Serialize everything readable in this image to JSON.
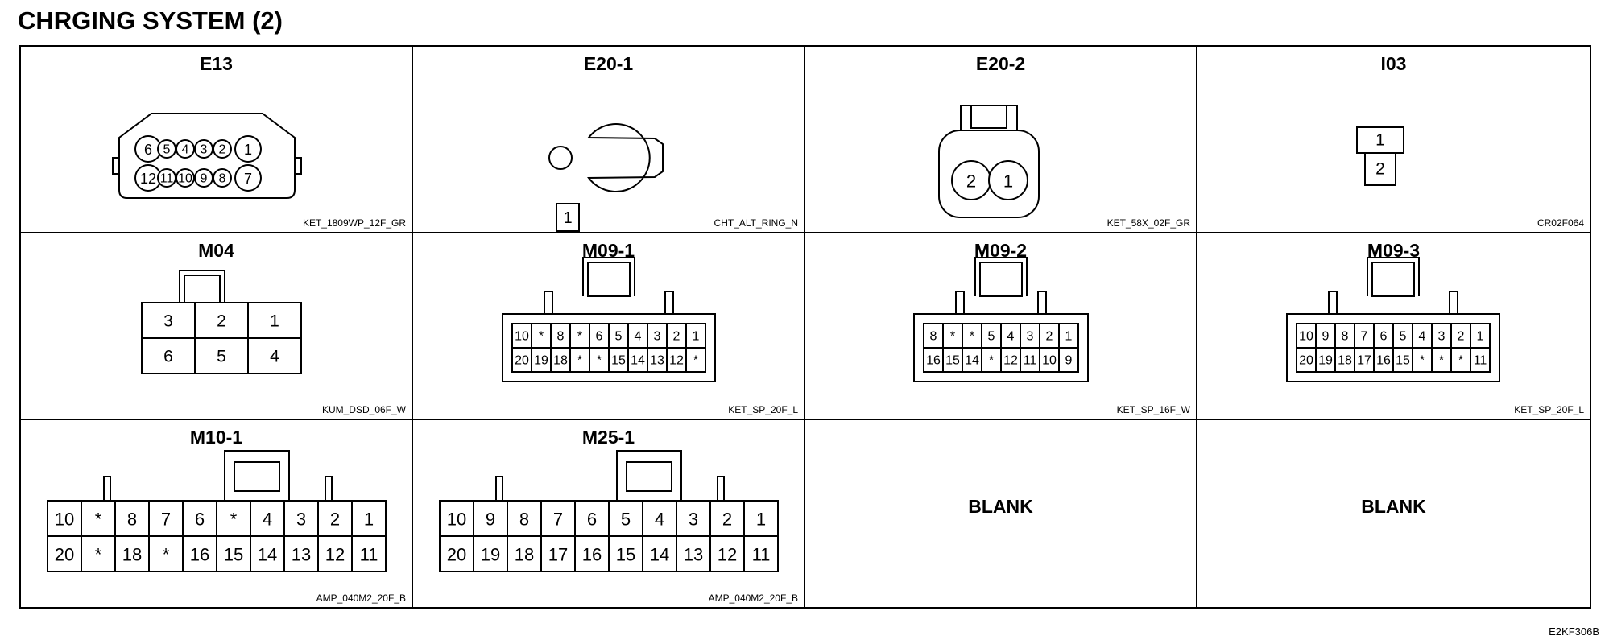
{
  "title": "CHRGING SYSTEM (2)",
  "figure_code": "E2KF306B",
  "connectors": [
    {
      "name": "E13",
      "part": "KET_1809WP_12F_GR",
      "type": "e13",
      "pins": {
        "top": [
          "6",
          "5",
          "4",
          "3",
          "2",
          "1"
        ],
        "bottom": [
          "12",
          "11",
          "10",
          "9",
          "8",
          "7"
        ]
      }
    },
    {
      "name": "E20-1",
      "part": "CHT_ALT_RING_N",
      "type": "ring",
      "pins": [
        "1"
      ]
    },
    {
      "name": "E20-2",
      "part": "KET_58X_02F_GR",
      "type": "round2",
      "pins": [
        "2",
        "1"
      ]
    },
    {
      "name": "I03",
      "part": "CR02F064",
      "type": "stack2",
      "pins": [
        "1",
        "2"
      ]
    },
    {
      "name": "M04",
      "part": "KUM_DSD_06F_W",
      "type": "box",
      "rows": [
        [
          "3",
          "2",
          "1"
        ],
        [
          "6",
          "5",
          "4"
        ]
      ]
    },
    {
      "name": "M09-1",
      "part": "KET_SP_20F_L",
      "type": "sp",
      "rows": [
        [
          "10",
          "*",
          "8",
          "*",
          "6",
          "5",
          "4",
          "3",
          "2",
          "1"
        ],
        [
          "20",
          "19",
          "18",
          "*",
          "*",
          "15",
          "14",
          "13",
          "12",
          "*"
        ]
      ]
    },
    {
      "name": "M09-2",
      "part": "KET_SP_16F_W",
      "type": "sp",
      "rows": [
        [
          "8",
          "*",
          "*",
          "5",
          "4",
          "3",
          "2",
          "1"
        ],
        [
          "16",
          "15",
          "14",
          "*",
          "12",
          "11",
          "10",
          "9"
        ]
      ]
    },
    {
      "name": "M09-3",
      "part": "KET_SP_20F_L",
      "type": "sp",
      "rows": [
        [
          "10",
          "9",
          "8",
          "7",
          "6",
          "5",
          "4",
          "3",
          "2",
          "1"
        ],
        [
          "20",
          "19",
          "18",
          "17",
          "16",
          "15",
          "*",
          "*",
          "*",
          "11"
        ]
      ]
    },
    {
      "name": "M10-1",
      "part": "AMP_040M2_20F_B",
      "type": "amp",
      "rows": [
        [
          "10",
          "*",
          "8",
          "7",
          "6",
          "*",
          "4",
          "3",
          "2",
          "1"
        ],
        [
          "20",
          "*",
          "18",
          "*",
          "16",
          "15",
          "14",
          "13",
          "12",
          "11"
        ]
      ]
    },
    {
      "name": "M25-1",
      "part": "AMP_040M2_20F_B",
      "type": "amp",
      "rows": [
        [
          "10",
          "9",
          "8",
          "7",
          "6",
          "5",
          "4",
          "3",
          "2",
          "1"
        ],
        [
          "20",
          "19",
          "18",
          "17",
          "16",
          "15",
          "14",
          "13",
          "12",
          "11"
        ]
      ]
    },
    {
      "name": "",
      "part": "",
      "type": "blank",
      "label": "BLANK"
    },
    {
      "name": "",
      "part": "",
      "type": "blank",
      "label": "BLANK"
    }
  ]
}
